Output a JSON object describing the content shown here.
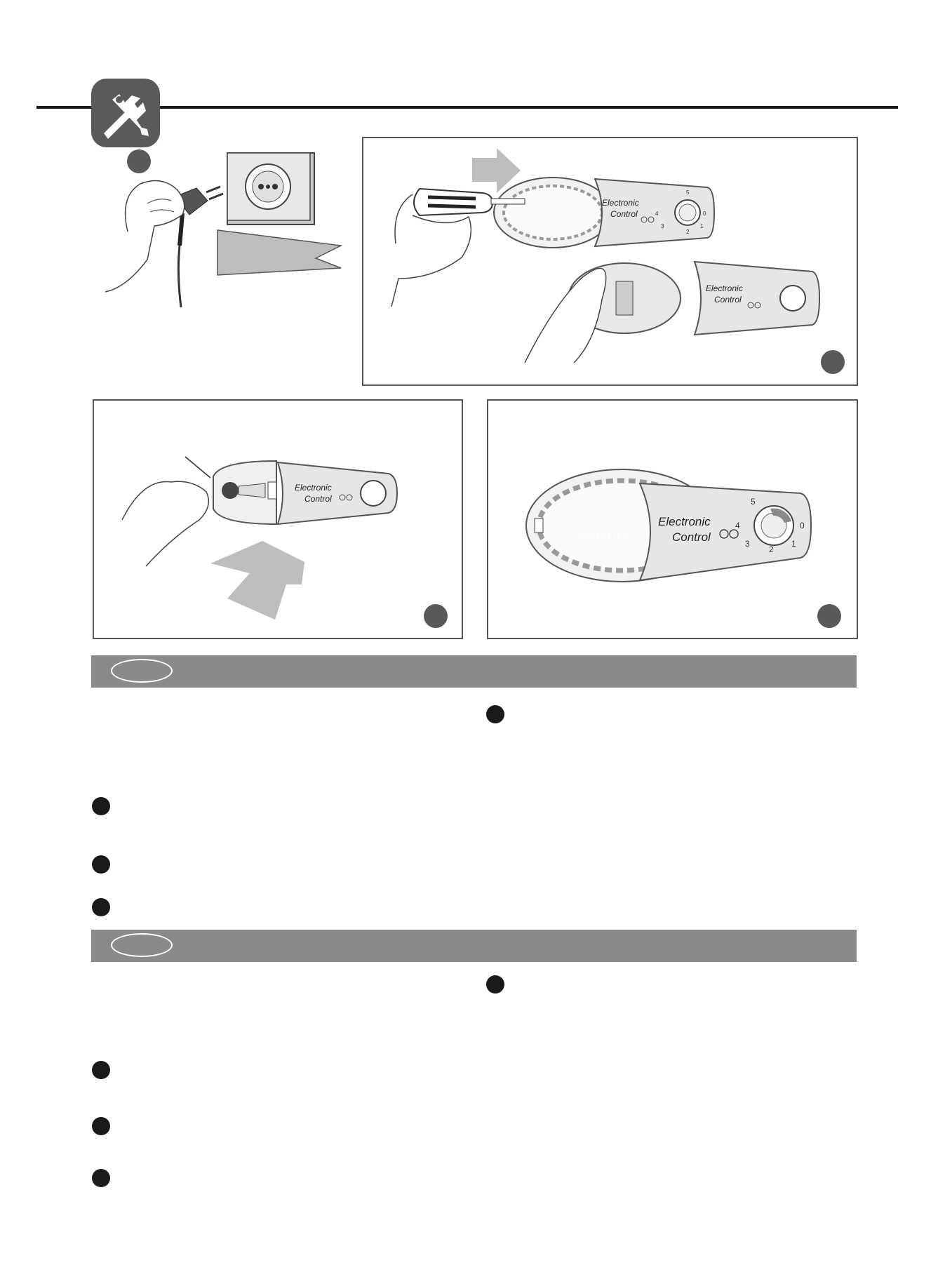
{
  "panel_text": {
    "label_line1": "Electronic",
    "label_line2": "Control",
    "lamp_text": "LAMP MAX 15 W",
    "dial_1": "1",
    "dial_2": "2",
    "dial_3": "3",
    "dial_4": "4",
    "dial_5": "5",
    "dial_0": "0"
  },
  "colors": {
    "section_bar": "#8a8a8a",
    "arrow": "#bdbdbd",
    "bullet": "#1a1a1a",
    "figure_badge": "#595959"
  },
  "icons": [
    "tools-icon",
    "wall-socket-icon",
    "plug-icon",
    "screwdriver-icon"
  ]
}
